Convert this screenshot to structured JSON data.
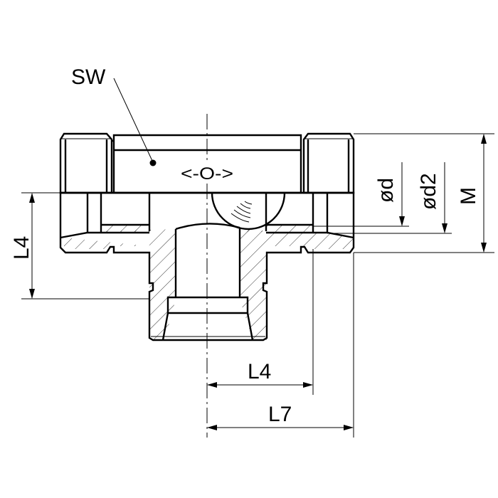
{
  "labels": {
    "sw": "SW",
    "l4_vertical": "L4",
    "od": "ød",
    "od2": "ød2",
    "m": "M",
    "l4_horizontal": "L4",
    "l7": "L7"
  },
  "flow_symbol": "<-O->"
}
